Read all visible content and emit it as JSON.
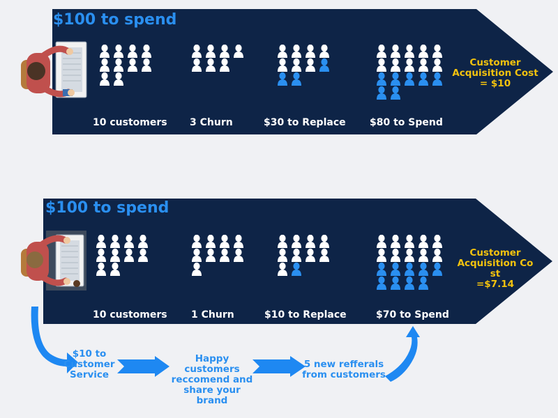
{
  "panels": [
    {
      "heading": "$100 to spend",
      "columns": [
        {
          "label": "10 customers",
          "white": 10,
          "blue": 0
        },
        {
          "label": "3 Churn",
          "white": 7,
          "blue": 0
        },
        {
          "label": "$30 to Replace",
          "white": 7,
          "blue": 3
        },
        {
          "label": "$80 to Spend",
          "white": 10,
          "blue": 7
        }
      ],
      "cac_lines": [
        "Customer",
        "Acquisition Cost",
        "= $10"
      ]
    },
    {
      "heading": "$100 to spend",
      "columns": [
        {
          "label": "10 customers",
          "white": 10,
          "blue": 0
        },
        {
          "label": "1 Churn",
          "white": 9,
          "blue": 0
        },
        {
          "label": "$10 to Replace",
          "white": 9,
          "blue": 1
        },
        {
          "label": "$70 to Spend",
          "white": 10,
          "blue": 9
        }
      ],
      "cac_lines": [
        "Customer",
        "Acquisition Co",
        "st",
        "=$7.14"
      ]
    }
  ],
  "flow": [
    {
      "lines": [
        "$10 to",
        "Customer",
        "Service"
      ]
    },
    {
      "lines": [
        "Happy",
        "customers",
        "reccomend and",
        "share your",
        "brand"
      ]
    },
    {
      "lines": [
        "5 new refferals",
        "from customers"
      ]
    }
  ],
  "colors": {
    "panel": "#0e2447",
    "accent_blue": "#2a8ff0",
    "cac_yellow": "#f3c20e",
    "white": "#ffffff"
  }
}
